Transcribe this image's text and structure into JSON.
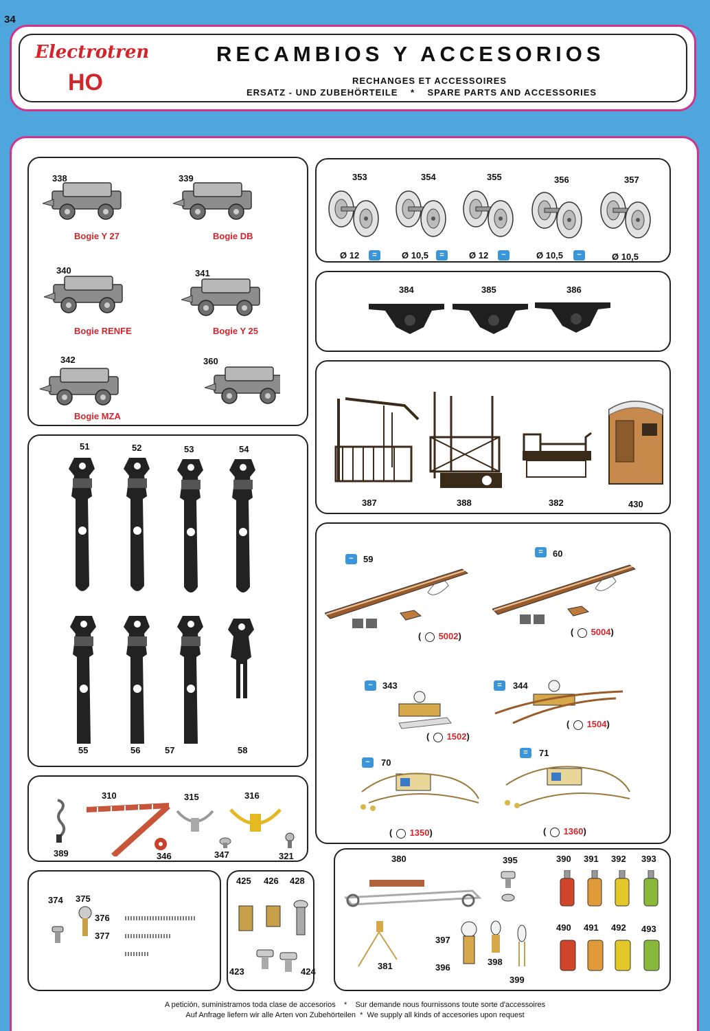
{
  "page_number": "34",
  "header": {
    "brand": "Electrotren",
    "scale": "HO",
    "title": "RECAMBIOS Y ACCESORIOS",
    "subtitle_fr": "RECHANGES ET ACCESSOIRES",
    "subtitle_de": "ERSATZ - UND ZUBEHÖRTEILE",
    "separator": "*",
    "subtitle_en": "SPARE PARTS AND ACCESSORIES"
  },
  "bogies": [
    {
      "num": "338",
      "name": "Bogie Y 27"
    },
    {
      "num": "339",
      "name": "Bogie DB"
    },
    {
      "num": "340",
      "name": "Bogie RENFE"
    },
    {
      "num": "341",
      "name": "Bogie Y 25"
    },
    {
      "num": "342",
      "name": "Bogie MZA"
    },
    {
      "num": "360",
      "name": ""
    }
  ],
  "wheels": [
    {
      "num": "353",
      "label": "Ø 12",
      "symbol": "="
    },
    {
      "num": "354",
      "label": "Ø 10,5",
      "symbol": "="
    },
    {
      "num": "355",
      "label": "Ø 12",
      "symbol": "~"
    },
    {
      "num": "356",
      "label": "Ø 10,5",
      "symbol": "~"
    },
    {
      "num": "357",
      "label": "Ø 10,5",
      "symbol": ""
    }
  ],
  "frames": [
    "384",
    "385",
    "386"
  ],
  "platforms": [
    "387",
    "388",
    "382",
    "430"
  ],
  "couplers_top": [
    "51",
    "52",
    "53",
    "54"
  ],
  "couplers_bottom": [
    "55",
    "56",
    "57",
    "58"
  ],
  "lighting": [
    {
      "num": "59",
      "symbol": "~",
      "bulb": "5002"
    },
    {
      "num": "60",
      "symbol": "=",
      "bulb": "5004"
    },
    {
      "num": "343",
      "symbol": "~",
      "bulb": "1502"
    },
    {
      "num": "344",
      "symbol": "=",
      "bulb": "1504"
    },
    {
      "num": "70",
      "symbol": "~",
      "bulb": "1350"
    },
    {
      "num": "71",
      "symbol": "=",
      "bulb": "1360"
    }
  ],
  "accessories_row": [
    "310",
    "315",
    "316",
    "389",
    "346",
    "347",
    "321"
  ],
  "springs": [
    "374",
    "375",
    "376",
    "377"
  ],
  "screws": [
    "425",
    "426",
    "428",
    "423",
    "424"
  ],
  "electrical": {
    "pickup": [
      "380",
      "381"
    ],
    "bulbs": [
      "395",
      "397",
      "396",
      "398",
      "399"
    ],
    "plugs_top": [
      "390",
      "391",
      "392",
      "393"
    ],
    "plugs_bottom": [
      "490",
      "491",
      "492",
      "493"
    ]
  },
  "footer": {
    "line1_es": "A petición, suministramos toda clase de accesorios",
    "line1_fr": "Sur demande nous fournissons toute sorte d'accessoires",
    "line2_de": "Auf Anfrage liefern wir alle Arten von Zubehörteilen",
    "line2_en": "We supply all kinds of accesories upon request",
    "star": "*"
  },
  "colors": {
    "background": "#4fa6dc",
    "frame": "#d0338e",
    "brand_red": "#d2252c",
    "badge_blue": "#3b95d9"
  }
}
